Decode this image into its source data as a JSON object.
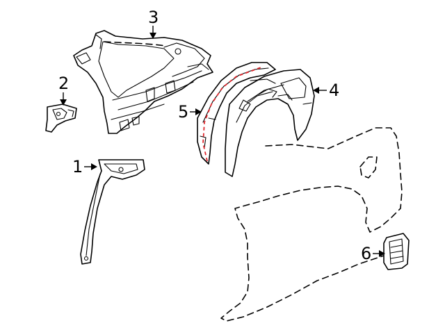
{
  "diagram": {
    "callouts": [
      {
        "id": "callout-1",
        "label": "1"
      },
      {
        "id": "callout-2",
        "label": "2"
      },
      {
        "id": "callout-3",
        "label": "3"
      },
      {
        "id": "callout-4",
        "label": "4"
      },
      {
        "id": "callout-5",
        "label": "5"
      },
      {
        "id": "callout-6",
        "label": "6"
      }
    ],
    "colors": {
      "line": "#000000",
      "background": "#ffffff",
      "highlight": "#e0252b"
    }
  }
}
